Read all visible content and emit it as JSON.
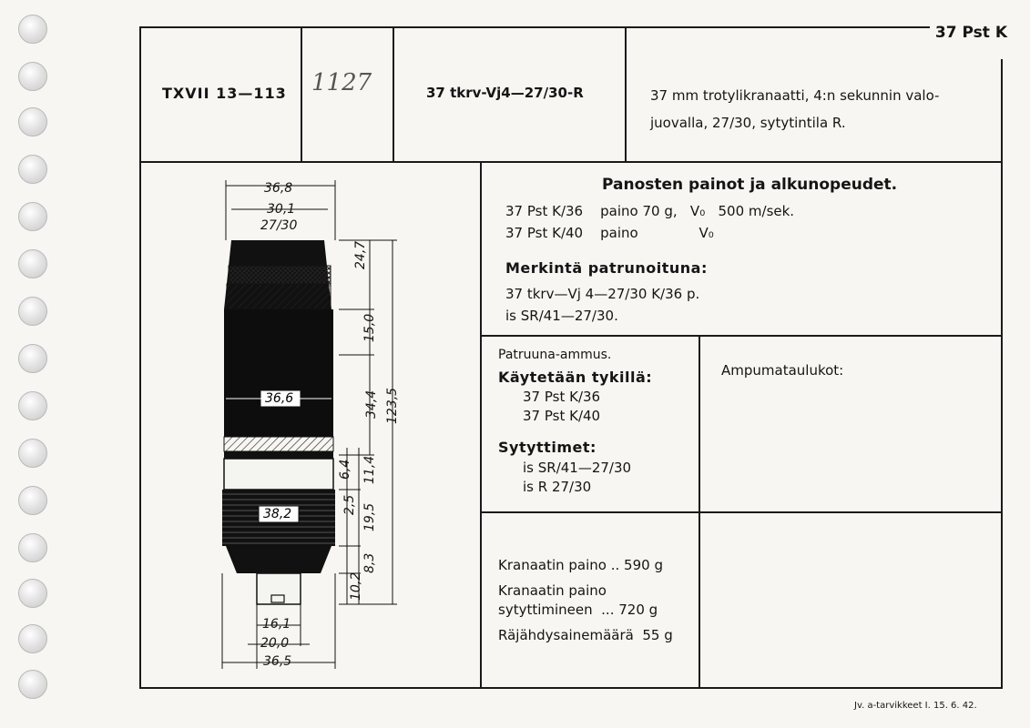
{
  "corner_title": "37 Pst K",
  "header": {
    "code": "TXVII 13—113",
    "handwritten": "1127",
    "designation": "37 tkrv-Vj4—27/30-R",
    "description_line1": "37 mm trotylikranaatti, 4:n sekunnin valo-",
    "description_line2": "juovalla, 27/30, sytytintila R."
  },
  "charges": {
    "title": "Panosten painot ja alkunopeudet.",
    "row1": "37 Pst K/36    paino 70 g,   V₀   500 m/sek.",
    "row2": "37 Pst K/40    paino              V₀",
    "marking_title": "Merkintä patrunoituna:",
    "marking_line1": "37 tkrv—Vj 4—27/30 K/36 p.",
    "marking_line2": "is SR/41—27/30."
  },
  "usage": {
    "type": "Patruuna-ammus.",
    "guns_title": "Käytetään tykillä:",
    "gun1": "37 Pst K/36",
    "gun2": "37 Pst K/40",
    "fuzes_title": "Sytyttimet:",
    "fuze1": "is SR/41—27/30",
    "fuze2": "is R 27/30"
  },
  "firing_tables": "Ampumataulukot:",
  "weights": {
    "shell": "Kranaatin paino .. 590 g",
    "with_fuze_l1": "Kranaatin paino",
    "with_fuze_l2": "sytyttimineen  ... 720 g",
    "explosive": "Räjähdysainemäärä  55 g"
  },
  "dimensions": {
    "top_width": "36,8",
    "fuze_width": "30,1",
    "fuze_ratio": "27/30",
    "body_width": "36,6",
    "band_width": "38,2",
    "base_width_1": "16,1",
    "base_width_2": "20,0",
    "base_width_3": "36,5",
    "len_fuze": "24,7",
    "len_1": "15,0",
    "len_2": "34,4",
    "len_total": "123,5",
    "len_3": "6,4",
    "len_4": "11,4",
    "len_5": "2,5",
    "len_6": "19,5",
    "len_7": "8,3",
    "len_8": "10,2"
  },
  "footer": "Jv. a-tarvikkeet I. 15. 6. 42."
}
